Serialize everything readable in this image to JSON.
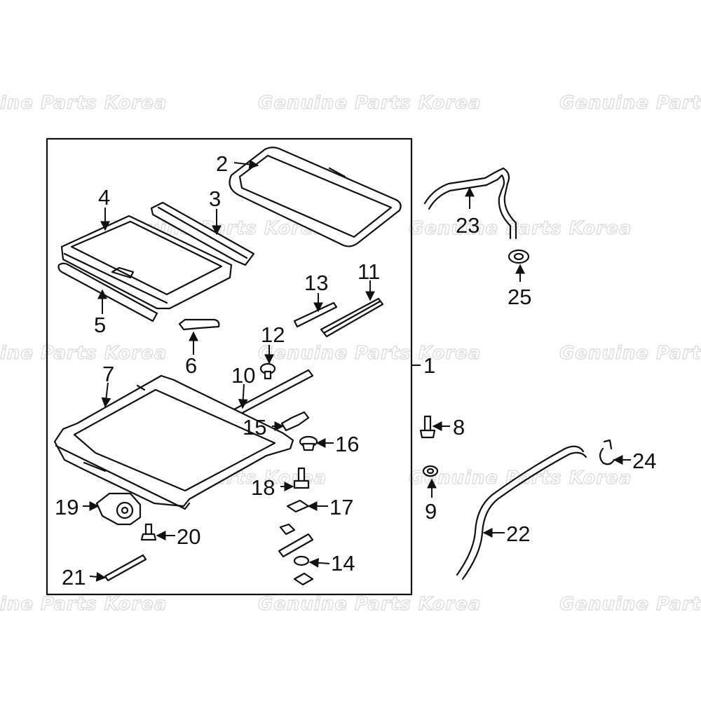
{
  "watermark": {
    "text": "Genuine Parts Korea",
    "partial_text": "ine Parts Korea"
  },
  "callouts": {
    "c1": "1",
    "c2": "2",
    "c3": "3",
    "c4": "4",
    "c5": "5",
    "c6": "6",
    "c7": "7",
    "c8": "8",
    "c9": "9",
    "c10": "10",
    "c11": "11",
    "c12": "12",
    "c13": "13",
    "c14": "14",
    "c15": "15",
    "c16": "16",
    "c17": "17",
    "c18": "18",
    "c19": "19",
    "c20": "20",
    "c21": "21",
    "c22": "22",
    "c23": "23",
    "c24": "24",
    "c25": "25"
  },
  "colors": {
    "line": "#111111",
    "background": "#ffffff",
    "watermark": "#d9d9d9"
  }
}
